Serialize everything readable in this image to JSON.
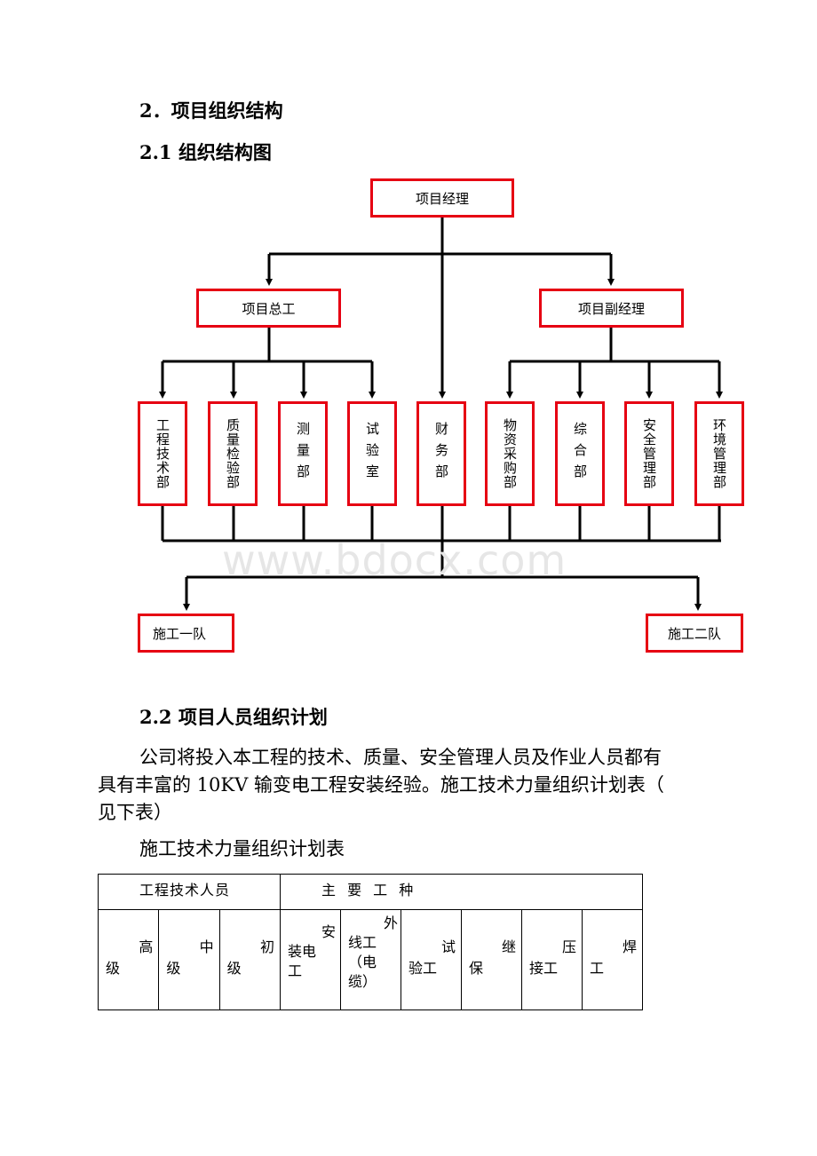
{
  "headings": {
    "section": "2．项目组织结构",
    "org_chart": "2.1 组织结构图",
    "staff_plan": "2.2 项目人员组织计划"
  },
  "org_chart": {
    "top": "项目经理",
    "left_mid": "项目总工",
    "right_mid": "项目副经理",
    "departments": [
      "工程技术部",
      "质量检验部",
      "测量部",
      "试验室",
      "财务部",
      "物资采购部",
      "综合部",
      "安全管理部",
      "环境管理部"
    ],
    "teams": [
      "施工一队",
      "施工二队"
    ],
    "border_color": "#e60012"
  },
  "watermark": "www.bdocx.com",
  "paragraph": {
    "line1": "公司将投入本工程的技术、质量、安全管理人员及作业人员都有",
    "line2": "具有丰富的 10KV 输变电工程安装经验。施工技术力量组织计划表（",
    "line3": "见下表）"
  },
  "table": {
    "title": "施工技术力量组织计划表",
    "group_tech": "工程技术人员",
    "group_work": "主 要 工 种",
    "cols": [
      {
        "a": "高",
        "b": "级"
      },
      {
        "a": "中",
        "b": "级"
      },
      {
        "a": "初",
        "b": "级"
      },
      {
        "a": "安",
        "b": "装电",
        "c": "工"
      },
      {
        "a": "外",
        "b": "线工",
        "c": "（电",
        "d": "缆）"
      },
      {
        "a": "试",
        "b": "验工"
      },
      {
        "a": "继",
        "b": "保"
      },
      {
        "a": "压",
        "b": "接工"
      },
      {
        "a": "焊",
        "b": "工"
      }
    ]
  }
}
